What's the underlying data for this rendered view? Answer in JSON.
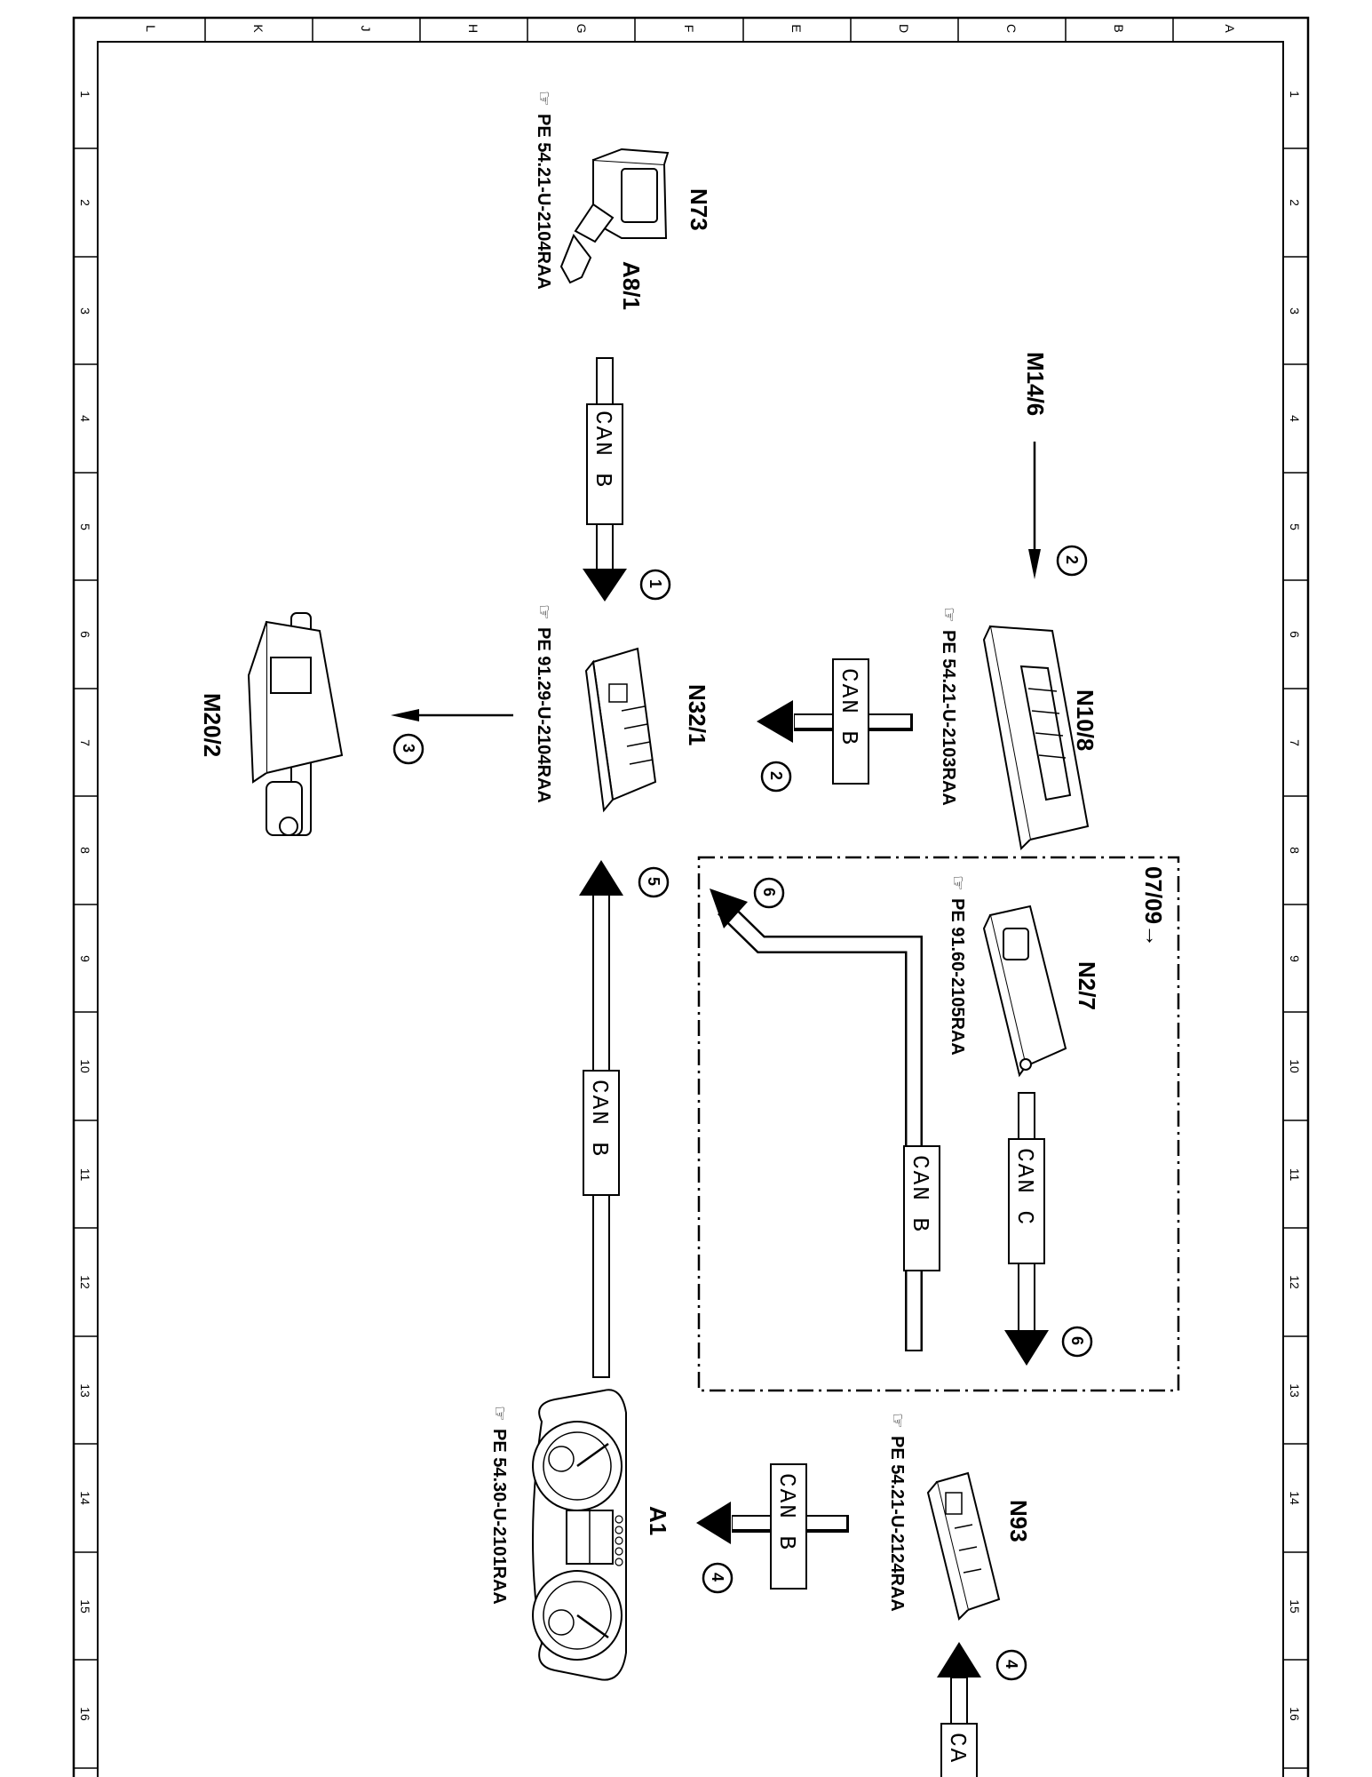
{
  "grid": {
    "letters": [
      "L",
      "K",
      "J",
      "H",
      "G",
      "F",
      "E",
      "D",
      "C",
      "B",
      "A"
    ],
    "numbers": [
      "1",
      "2",
      "3",
      "4",
      "5",
      "6",
      "7",
      "8",
      "9",
      "10",
      "11",
      "12",
      "13",
      "14",
      "15",
      "16"
    ]
  },
  "components": {
    "n73": "N73",
    "a8_1": "A8/1",
    "m14_6": "M14/6",
    "n10_8": "N10/8",
    "n32_1": "N32/1",
    "m20_2": "M20/2",
    "n2_7": "N2/7",
    "n93": "N93",
    "a1": "A1"
  },
  "references": {
    "n73": "PE 54.21-U-2104RAA",
    "n10_8": "PE 54.21-U-2103RAA",
    "n32_1": "PE 91.29-U-2104RAA",
    "n2_7": "PE 91.60-2105RAA",
    "n93": "PE 54.21-U-2124RAA",
    "a1": "PE 54.30-U-2101RAA"
  },
  "buses": {
    "can_b": "CAN B",
    "can_c": "CAN C",
    "can_partial": "CA"
  },
  "steps": [
    "1",
    "2",
    "3",
    "4",
    "5",
    "6"
  ],
  "date_box": "07/09→"
}
